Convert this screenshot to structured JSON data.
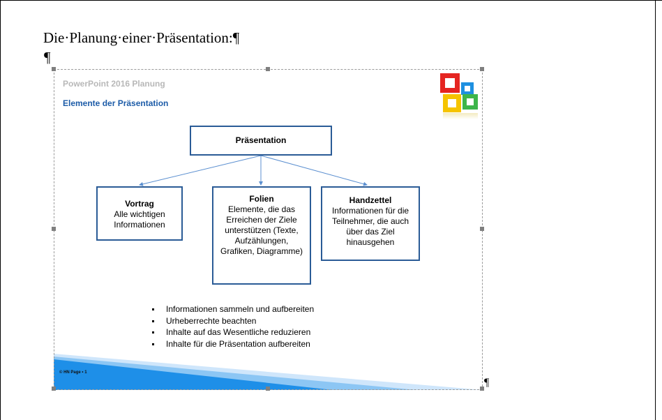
{
  "document": {
    "heading": "Die·Planung·einer·Präsentation:¶",
    "empty_paragraph_mark": "¶",
    "end_paragraph_mark": "¶"
  },
  "slide": {
    "title": "PowerPoint 2016 Planung",
    "subtitle": "Elemente der Präsentation",
    "root": {
      "label": "Präsentation"
    },
    "children": [
      {
        "head": "Vortrag",
        "body": "Alle wichtigen Informationen"
      },
      {
        "head": "Folien",
        "body": "Elemente, die das Erreichen der Ziele unterstützen (Texte, Aufzählungen, Grafiken, Diagramme)"
      },
      {
        "head": "Handzettel",
        "body": "Informationen für die Teilnehmer, die auch über das Ziel hinausgehen"
      }
    ],
    "bullets": [
      "Informationen sammeln und aufbereiten",
      "Urheberrechte beachten",
      "Inhalte auf das Wesentliche reduzieren",
      "Inhalte für die Präsentation aufbereiten"
    ],
    "footer": "© HN Page • 1",
    "colors": {
      "title_gray": "#b8b8b8",
      "subtitle_blue": "#1d5ca8",
      "box_border": "#2a5b96",
      "connector": "#5b8fd0",
      "footer_blue": "#1e8fe8",
      "logo_red": "#e52521",
      "logo_blue": "#1e90e0",
      "logo_yellow": "#f5c400",
      "logo_green": "#3db54a"
    }
  }
}
